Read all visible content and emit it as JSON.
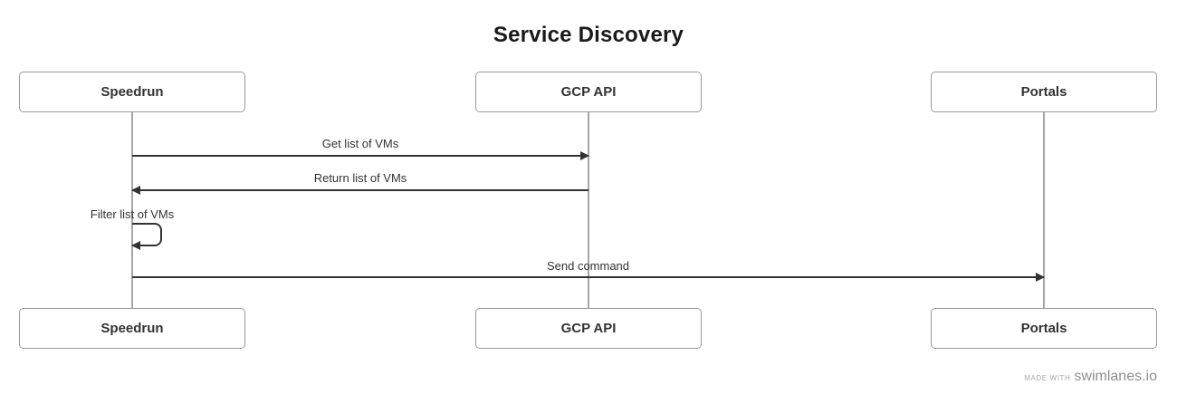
{
  "title": "Service Discovery",
  "actors": [
    {
      "id": "speedrun",
      "label": "Speedrun"
    },
    {
      "id": "gcp-api",
      "label": "GCP API"
    },
    {
      "id": "portals",
      "label": "Portals"
    }
  ],
  "messages": [
    {
      "label": "Get list of VMs",
      "from": "Speedrun",
      "to": "GCP API",
      "direction": "right",
      "style": "solid"
    },
    {
      "label": "Return list of VMs",
      "from": "GCP API",
      "to": "Speedrun",
      "direction": "left",
      "style": "solid"
    },
    {
      "label": "Filter list of VMs",
      "from": "Speedrun",
      "to": "Speedrun",
      "direction": "self",
      "style": "solid"
    },
    {
      "label": "Send command",
      "from": "Speedrun",
      "to": "Portals",
      "direction": "right",
      "style": "solid"
    }
  ],
  "footer": {
    "made_with": "MADE WITH",
    "brand": "swimlanes.io"
  },
  "colors": {
    "background": "#ffffff",
    "arrow": "#333333",
    "box_border": "#999999",
    "lifeline": "#a6a6a6",
    "text": "#333333",
    "title": "#1a1a1a",
    "footer": "#999999"
  }
}
